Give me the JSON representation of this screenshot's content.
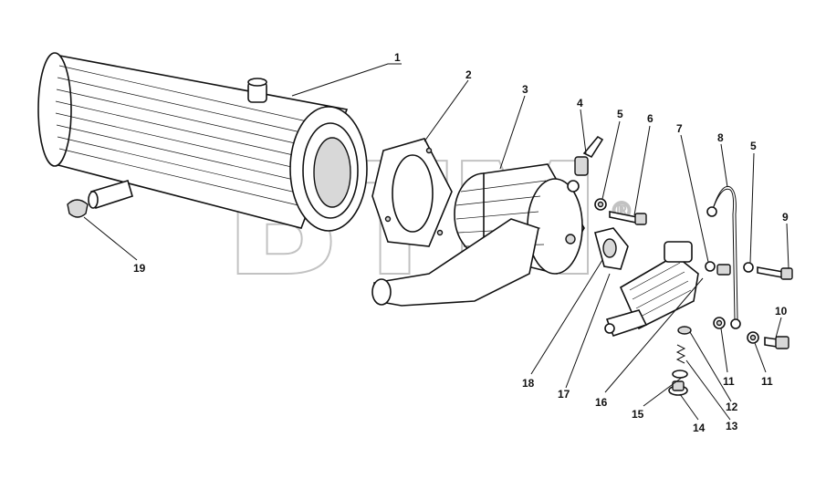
{
  "watermark": "BTM",
  "watermark_mark": "®",
  "callouts": [
    {
      "id": "1",
      "label": "1"
    },
    {
      "id": "2",
      "label": "2"
    },
    {
      "id": "3",
      "label": "3"
    },
    {
      "id": "4",
      "label": "4"
    },
    {
      "id": "5a",
      "label": "5"
    },
    {
      "id": "6",
      "label": "6"
    },
    {
      "id": "7",
      "label": "7"
    },
    {
      "id": "8",
      "label": "8"
    },
    {
      "id": "5b",
      "label": "5"
    },
    {
      "id": "9",
      "label": "9"
    },
    {
      "id": "10",
      "label": "10"
    },
    {
      "id": "11a",
      "label": "11"
    },
    {
      "id": "11b",
      "label": "11"
    },
    {
      "id": "12",
      "label": "12"
    },
    {
      "id": "13",
      "label": "13"
    },
    {
      "id": "14",
      "label": "14"
    },
    {
      "id": "15",
      "label": "15"
    },
    {
      "id": "16",
      "label": "16"
    },
    {
      "id": "17",
      "label": "17"
    },
    {
      "id": "18",
      "label": "18"
    },
    {
      "id": "19",
      "label": "19"
    }
  ]
}
